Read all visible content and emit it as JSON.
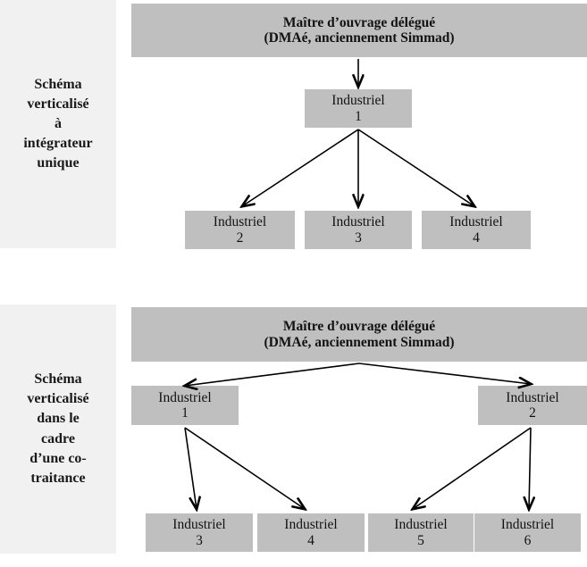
{
  "figure": {
    "background_color": "#ffffff",
    "node_fill": "#bfbfbf",
    "caption_fill": "#f1f1f1",
    "arrow_color": "#000000"
  },
  "sections": [
    {
      "id": "integrateur-unique",
      "caption": "Schéma\nverticalisé\nà\nintégrateur\nunique",
      "header": {
        "line1": "Maître d’ouvrage délégué",
        "line2": "(DMAé, anciennement Simmad)"
      },
      "tier1": [
        {
          "line1": "Industriel",
          "line2": "1"
        }
      ],
      "tier2": [
        {
          "line1": "Industriel",
          "line2": "2"
        },
        {
          "line1": "Industriel",
          "line2": "3"
        },
        {
          "line1": "Industriel",
          "line2": "4"
        }
      ]
    },
    {
      "id": "co-traitance",
      "caption": "Schéma\nverticalisé\ndans le\ncadre\nd’une co-\ntraitance",
      "header": {
        "line1": "Maître d’ouvrage délégué",
        "line2": "(DMAé, anciennement Simmad)"
      },
      "tier1": [
        {
          "line1": "Industriel",
          "line2": "1"
        },
        {
          "line1": "Industriel",
          "line2": "2"
        }
      ],
      "tier2": [
        {
          "line1": "Industriel",
          "line2": "3"
        },
        {
          "line1": "Industriel",
          "line2": "4"
        },
        {
          "line1": "Industriel",
          "line2": "5"
        },
        {
          "line1": "Industriel",
          "line2": "6"
        }
      ]
    }
  ]
}
